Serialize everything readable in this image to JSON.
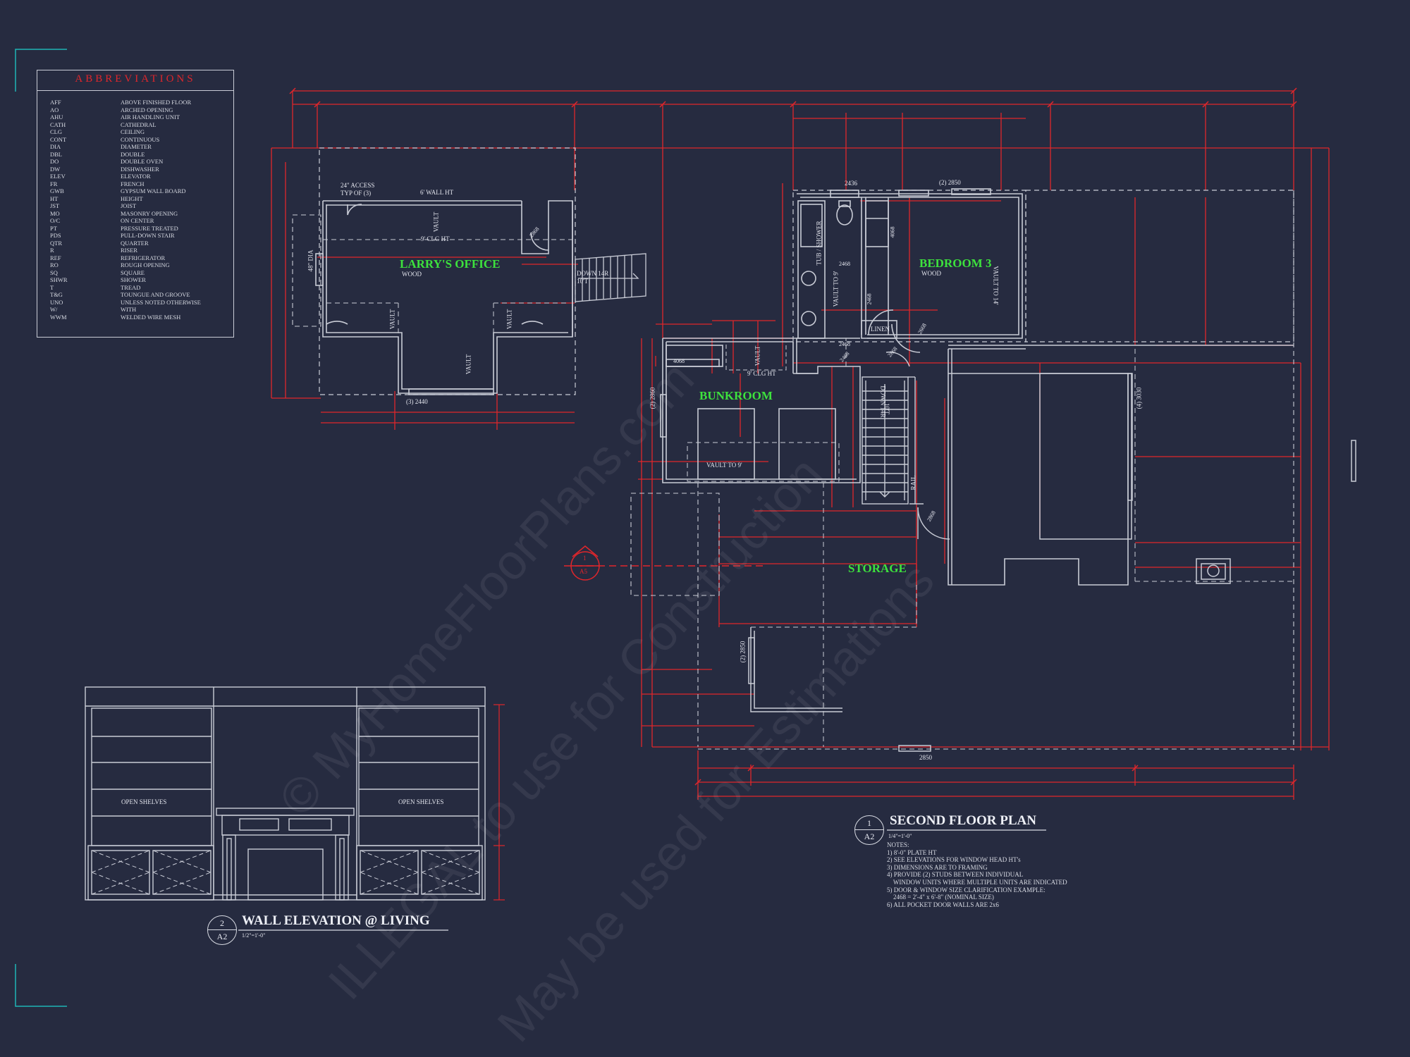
{
  "abbreviations": {
    "title": "ABBREVIATIONS",
    "items": [
      {
        "code": "AFF",
        "meaning": "ABOVE FINISHED FLOOR"
      },
      {
        "code": "AO",
        "meaning": "ARCHED OPENING"
      },
      {
        "code": "AHU",
        "meaning": "AIR HANDLING UNIT"
      },
      {
        "code": "CATH",
        "meaning": "CATHEDRAL"
      },
      {
        "code": "CLG",
        "meaning": "CEILING"
      },
      {
        "code": "CONT",
        "meaning": "CONTINUOUS"
      },
      {
        "code": "DIA",
        "meaning": "DIAMETER"
      },
      {
        "code": "DBL",
        "meaning": "DOUBLE"
      },
      {
        "code": "DO",
        "meaning": "DOUBLE OVEN"
      },
      {
        "code": "DW",
        "meaning": "DISHWASHER"
      },
      {
        "code": "ELEV",
        "meaning": "ELEVATOR"
      },
      {
        "code": "FR",
        "meaning": "FRENCH"
      },
      {
        "code": "GWB",
        "meaning": "GYPSUM WALL BOARD"
      },
      {
        "code": "HT",
        "meaning": "HEIGHT"
      },
      {
        "code": "JST",
        "meaning": "JOIST"
      },
      {
        "code": "MO",
        "meaning": "MASONRY OPENING"
      },
      {
        "code": "O/C",
        "meaning": "ON CENTER"
      },
      {
        "code": "PT",
        "meaning": "PRESSURE TREATED"
      },
      {
        "code": "PDS",
        "meaning": "PULL-DOWN STAIR"
      },
      {
        "code": "QTR",
        "meaning": "QUARTER"
      },
      {
        "code": "R",
        "meaning": "RISER"
      },
      {
        "code": "REF",
        "meaning": "REFRIGERATOR"
      },
      {
        "code": "RO",
        "meaning": "ROUGH OPENING"
      },
      {
        "code": "SQ",
        "meaning": "SQUARE"
      },
      {
        "code": "SHWR",
        "meaning": "SHOWER"
      },
      {
        "code": "T",
        "meaning": "TREAD"
      },
      {
        "code": "T&G",
        "meaning": "TOUNGUE AND GROOVE"
      },
      {
        "code": "UNO",
        "meaning": "UNLESS NOTED OTHERWISE"
      },
      {
        "code": "W/",
        "meaning": "WITH"
      },
      {
        "code": "WWM",
        "meaning": "WELDED WIRE MESH"
      }
    ]
  },
  "rooms": {
    "office": "LARRY'S OFFICE",
    "office_floor": "WOOD",
    "bedroom": "BEDROOM 3",
    "bedroom_floor": "WOOD",
    "bunkroom": "BUNKROOM",
    "storage": "STORAGE",
    "linen": "LINEN"
  },
  "plan_labels": {
    "access": "24\" ACCESS",
    "access_typ": "TYP OF (3)",
    "wall_ht": "6' WALL HT",
    "clg_ht": "9' CLG HT",
    "vault": "VAULT",
    "vault_to_9": "VAULT TO 9'",
    "vault_to_9_alt": "VAULT TO 9'",
    "vault_to_14": "VAULT TO 14'",
    "down_stair": "DOWN 14R",
    "down_stair_t": "10'T",
    "up_stair": "DOWN 14R",
    "up_stair_t": "10'T",
    "tub_shower": "TUB / SHOWER",
    "rail": "RAIL",
    "dia": "48\" DIA",
    "bunk_clg": "9' CLG HT",
    "win_office": "(3) 2440",
    "win_bath": "2436",
    "win_bed": "(2) 2850",
    "win_bunk": "(2) 2860",
    "win_storage": "(4) 3030",
    "win_storage2": "(2) 2850",
    "win_bottom": "2850",
    "door_2468a": "2468",
    "door_2468b": "2468",
    "door_2468c": "2468",
    "door_2868": "2868",
    "door_4068": "4068",
    "door_4068b": "4068",
    "door_2668": "2668",
    "door_2868b": "2868",
    "door_2468d": "2468",
    "door_2868c": "2868",
    "section_mark_top": "1",
    "section_mark_bottom": "A5"
  },
  "elevation": {
    "shelves_left": "OPEN SHELVES",
    "shelves_right": "OPEN SHELVES",
    "callout_number": "2",
    "callout_sheet": "A2",
    "title": "WALL ELEVATION @ LIVING",
    "scale": "1/2\"=1'-0\""
  },
  "plan_title": {
    "callout_number": "1",
    "callout_sheet": "A2",
    "title": "SECOND FLOOR PLAN",
    "scale": "1/4\"=1'-0\"",
    "notes_heading": "NOTES:",
    "notes": [
      "1) 8'-0\" PLATE HT",
      "2) SEE ELEVATIONS FOR WINDOW HEAD HT's",
      "3) DIMENSIONS ARE TO FRAMING",
      "4) PROVIDE (2) STUDS BETWEEN INDIVIDUAL",
      "    WINDOW UNITS WHERE MULTIPLE UNITS ARE INDICATED",
      "5) DOOR & WINDOW SIZE CLARIFICATION EXAMPLE:",
      "    2468 = 2'-4\" x 6'-8\" (NOMINAL SIZE)",
      "6) ALL POCKET DOOR WALLS ARE 2x6"
    ]
  },
  "watermarks": {
    "line1": "© MyHomeFloorPlans.com",
    "line2": "ILLEGAL to use for Construction",
    "line3": "May be used for Estimations"
  },
  "colors": {
    "background": "#262b40",
    "linework": "#c9ccd6",
    "dimension": "#e0262b",
    "room_label": "#3de23d",
    "corner_marks": "#1fb5b5"
  }
}
